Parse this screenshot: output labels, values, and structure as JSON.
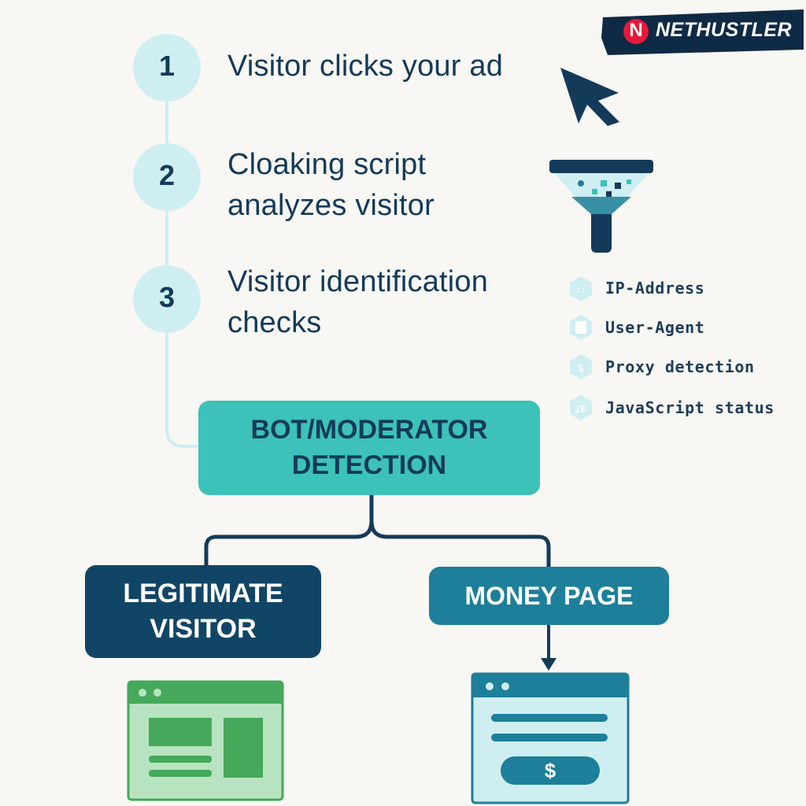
{
  "brand": {
    "name": "NETHUSTLER",
    "mark": "N",
    "accent": "#e5193a",
    "banner": "#0f2a45"
  },
  "steps": [
    {
      "number": "1",
      "text": "Visitor clicks your ad"
    },
    {
      "number": "2",
      "text": "Cloaking script\nanalyzes visitor"
    },
    {
      "number": "3",
      "text": "Visitor identification\nchecks"
    }
  ],
  "checks": [
    {
      "label": "IP-Address",
      "icon": "ip-icon"
    },
    {
      "label": "User-Agent",
      "icon": "document-icon"
    },
    {
      "label": "Proxy detection",
      "icon": "proxy-icon"
    },
    {
      "label": "JavaScript status",
      "icon": "js-icon"
    }
  ],
  "detection": {
    "label": "BOT/MODERATOR\nDETECTION"
  },
  "outcomes": {
    "legitimate": {
      "label": "LEGITIMATE\nVISITOR"
    },
    "money": {
      "label": "MONEY PAGE"
    }
  },
  "money_page_symbol": "$",
  "icons": {
    "cursor": "cursor-arrow-icon",
    "funnel": "funnel-icon",
    "legit_page": "browser-window-icon",
    "money_page": "browser-window-icon"
  },
  "colors": {
    "step_circle": "#cfeef2",
    "text": "#143a5a",
    "detection": "#3cc2b8",
    "legit_box": "#114566",
    "money_box": "#1d7f9a",
    "legit_window": "#45a85a",
    "money_window": "#1d7f9a"
  }
}
